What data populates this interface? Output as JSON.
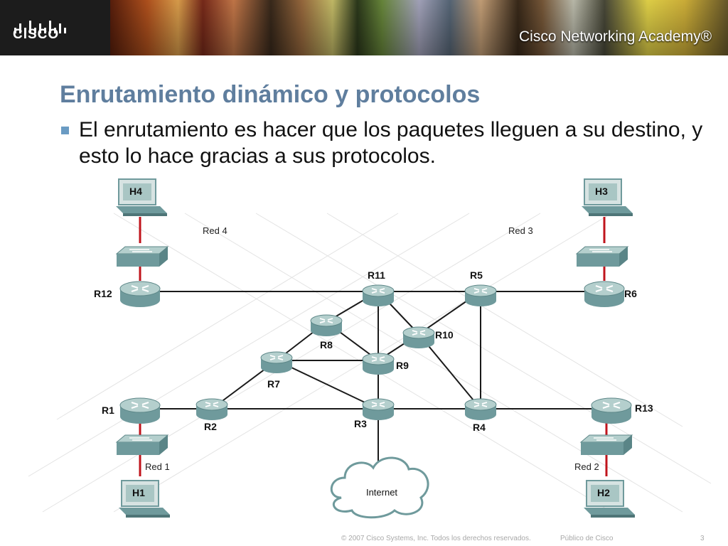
{
  "header": {
    "logo_text": "CISCO",
    "academy_text": "Cisco Networking Academy®"
  },
  "slide": {
    "title": "Enrutamiento dinámico y protocolos",
    "bullet": "El enrutamiento es hacer que los paquetes lleguen a su destino, y esto lo hace gracias a sus protocolos."
  },
  "diagram": {
    "hosts": [
      {
        "id": "H4",
        "label": "H4"
      },
      {
        "id": "H3",
        "label": "H3"
      },
      {
        "id": "H1",
        "label": "H1"
      },
      {
        "id": "H2",
        "label": "H2"
      }
    ],
    "routers": [
      "R1",
      "R2",
      "R3",
      "R4",
      "R5",
      "R6",
      "R7",
      "R8",
      "R9",
      "R10",
      "R11",
      "R12",
      "R13"
    ],
    "networks": [
      "Red 1",
      "Red 2",
      "Red 3",
      "Red 4"
    ],
    "cloud_label": "Internet",
    "colors": {
      "link": "#1a1a1a",
      "access_link": "#c0141c",
      "device": "#7fa8a8",
      "device_top": "#b9d3d1"
    }
  },
  "footer": {
    "copyright": "© 2007 Cisco Systems, Inc. Todos los derechos reservados.",
    "classification": "Público de Cisco",
    "page_number": "3"
  }
}
